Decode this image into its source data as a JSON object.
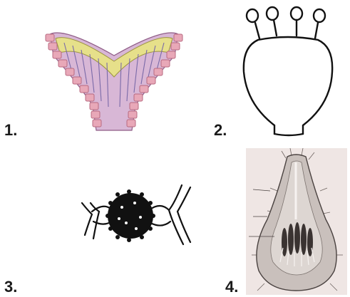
{
  "figures": [
    {
      "label": "1."
    },
    {
      "label": "2."
    },
    {
      "label": "3."
    },
    {
      "label": "4."
    }
  ],
  "colors": {
    "outer_cells": "#e8a8b8",
    "outer_cells_stroke": "#b86a80",
    "hymenium": "#e6e08a",
    "paraphyses": "#b9a2d6",
    "ink": "#111111",
    "engraving_bg": "#efe6e4",
    "engraving_body": "#c9c0bc"
  }
}
